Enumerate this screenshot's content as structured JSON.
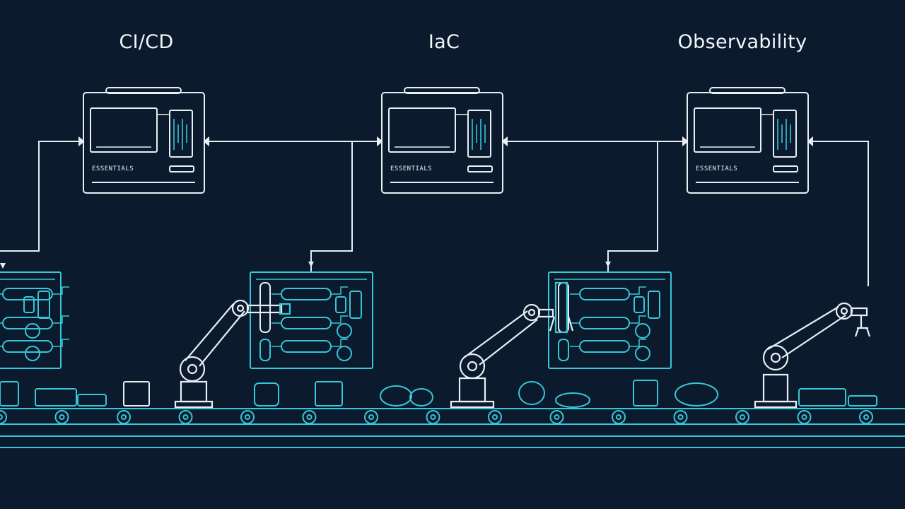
{
  "stages": [
    {
      "id": "cicd",
      "title": "CI/CD",
      "panel_label": "ESSENTIALS"
    },
    {
      "id": "iac",
      "title": "IaC",
      "panel_label": "ESSENTIALS"
    },
    {
      "id": "observability",
      "title": "Observability",
      "panel_label": "ESSENTIALS"
    }
  ],
  "colors": {
    "background": "#0b1a2d",
    "line": "#e8eef4",
    "accent": "#36c7d8"
  },
  "icons": [
    "monitor-icon",
    "control-board-icon",
    "robot-arm-icon",
    "conveyor-belt-icon",
    "parcel-icon"
  ]
}
